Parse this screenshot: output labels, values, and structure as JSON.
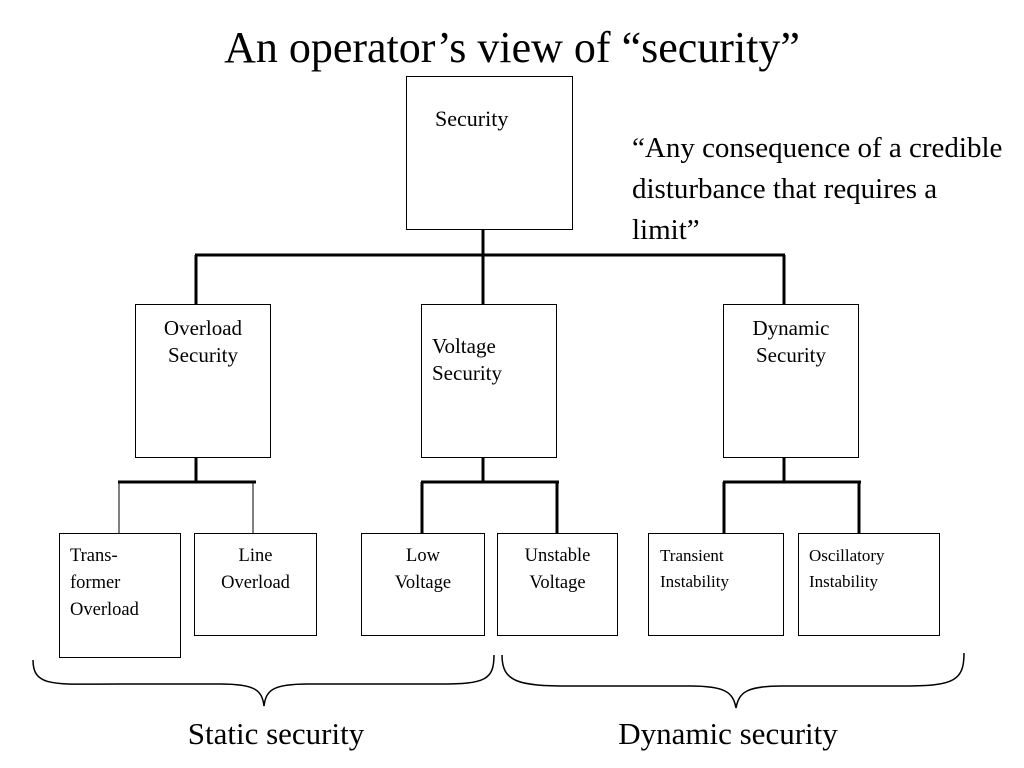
{
  "title": "An operator’s view of “security”",
  "quote": "“Any consequence of a credible disturbance that requires a limit”",
  "nodes": {
    "root": "Security",
    "overload": "Overload\nSecurity",
    "voltage": "Voltage\n   Security",
    "dynamic": "Dynamic\nSecurity",
    "transformer": "Trans-\nformer\nOverload",
    "line": "Line\nOverload",
    "low_voltage": "Low\nVoltage",
    "unstable_voltage": "Unstable\nVoltage",
    "transient": "Transient\nInstability",
    "oscillatory": "Oscillatory\nInstability"
  },
  "brackets": {
    "static": "Static security",
    "dynamic": "Dynamic security"
  }
}
